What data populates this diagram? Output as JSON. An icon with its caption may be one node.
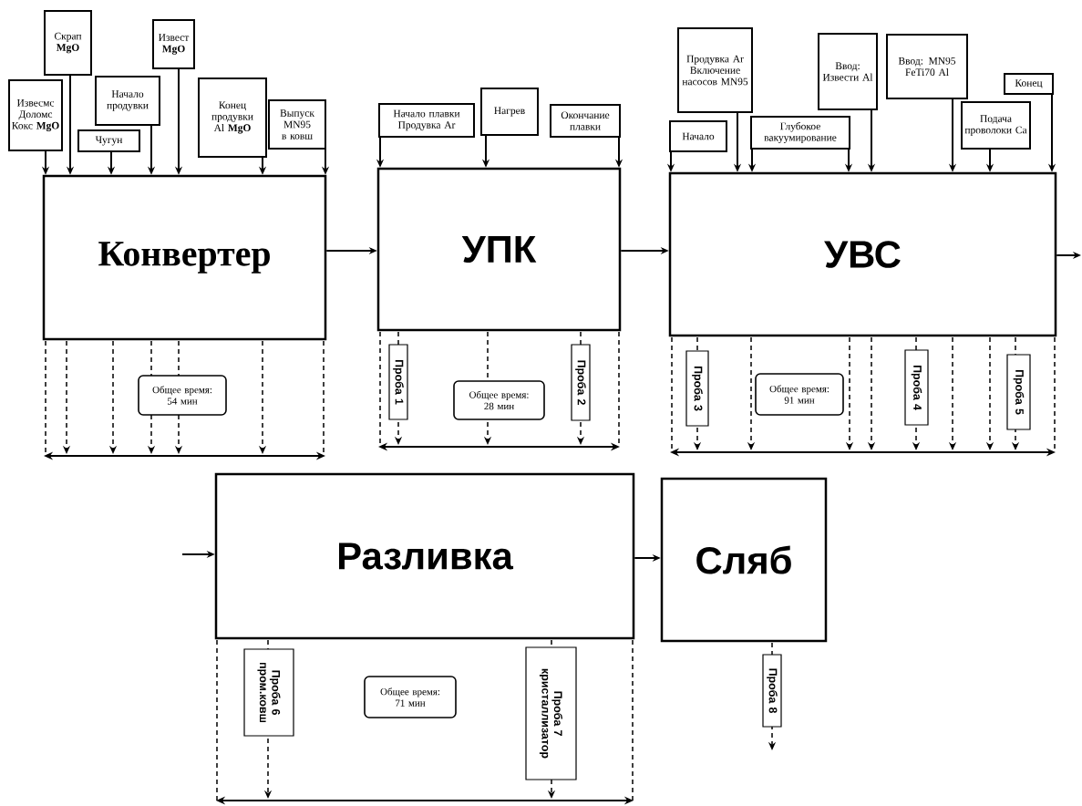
{
  "diagram": {
    "nodes": [
      {
        "text": [
          "Конвертер"
        ]
      },
      {
        "text": [
          "УПК"
        ]
      },
      {
        "text": [
          "УВС"
        ]
      },
      {
        "text": [
          "Разливка"
        ]
      },
      {
        "text": [
          "Сляб"
        ]
      },
      {
        "text": [
          "Извесмс Доломс Кокс **MgO**"
        ]
      },
      {
        "text": [
          "Скрап **MgO**"
        ]
      },
      {
        "text": [
          "Чугун"
        ]
      },
      {
        "text": [
          "Начало продувки"
        ]
      },
      {
        "text": [
          "Извест **MgO**"
        ]
      },
      {
        "text": [
          "Конец продувки Al **MgO**"
        ]
      },
      {
        "text": [
          "Выпуск MN95 в ковш"
        ]
      },
      {
        "text": [
          "Начало плавки Продувка Ar"
        ]
      },
      {
        "text": [
          "Нагрев"
        ]
      },
      {
        "text": [
          "Окончание плавки"
        ]
      },
      {
        "text": [
          "Продувка Ar Включение насосов MN95"
        ]
      },
      {
        "text": [
          "Начало"
        ]
      },
      {
        "text": [
          "Глубокое вакуумирование"
        ]
      },
      {
        "text": [
          "Ввод: Извести Al"
        ]
      },
      {
        "text": [
          "Ввод: MN95 FeTi70 Al"
        ]
      },
      {
        "text": [
          "Подача проволоки Ca"
        ]
      },
      {
        "text": [
          "Конец"
        ]
      },
      {
        "text": [
          "Общее время: 54 мин"
        ]
      },
      {
        "text": [
          "Проба 1"
        ]
      },
      {
        "text": [
          "Общее время: 28 мин"
        ]
      },
      {
        "text": [
          "Проба 2"
        ]
      },
      {
        "text": [
          "Проба 3"
        ]
      },
      {
        "text": [
          "Общее время: 91 мин"
        ]
      },
      {
        "text": [
          "Проба 4"
        ]
      },
      {
        "text": [
          "Проба 5"
        ]
      },
      {
        "text": [
          "Проба 6 пром.ковш"
        ]
      },
      {
        "text": [
          "Общее время: 71 мин"
        ]
      },
      {
        "text": [
          "Проба 7 кристаллизатор"
        ]
      },
      {
        "text": [
          "Проба 8"
        ]
      }
    ],
    "edges": [
      {
        "from": 5,
        "to": 0,
        "arrow": "to"
      },
      {
        "from": 6,
        "to": 0,
        "arrow": "to"
      },
      {
        "from": 7,
        "to": 0,
        "arrow": "to"
      },
      {
        "from": 8,
        "to": 0,
        "arrow": "to"
      },
      {
        "from": 9,
        "to": 0,
        "arrow": "to"
      },
      {
        "from": 10,
        "to": 0,
        "arrow": "to"
      },
      {
        "from": 11,
        "to": 0,
        "arrow": "to"
      },
      {
        "from": 12,
        "to": 1,
        "arrow": "to"
      },
      {
        "from": 13,
        "to": 1,
        "arrow": "to"
      },
      {
        "from": 14,
        "to": 1,
        "arrow": "to"
      },
      {
        "from": 15,
        "to": 2,
        "arrow": "to"
      },
      {
        "from": 16,
        "to": 2,
        "arrow": "to"
      },
      {
        "from": 17,
        "to": 2,
        "arrow": "to"
      },
      {
        "from": 17,
        "to": 2,
        "arrow": "to"
      },
      {
        "from": 18,
        "to": 2,
        "arrow": "to"
      },
      {
        "from": 19,
        "to": 2,
        "arrow": "to"
      },
      {
        "from": 20,
        "to": 2,
        "arrow": "to"
      },
      {
        "from": 21,
        "to": 2,
        "arrow": "to"
      },
      {
        "from": 0,
        "to": 1,
        "arrow": "to"
      },
      {
        "from": 1,
        "to": 2,
        "arrow": "to"
      },
      {
        "from": 2,
        "to": null,
        "arrow": "to"
      },
      {
        "from": null,
        "to": 3,
        "arrow": "to"
      },
      {
        "from": 3,
        "to": 4,
        "arrow": "to"
      }
    ]
  }
}
